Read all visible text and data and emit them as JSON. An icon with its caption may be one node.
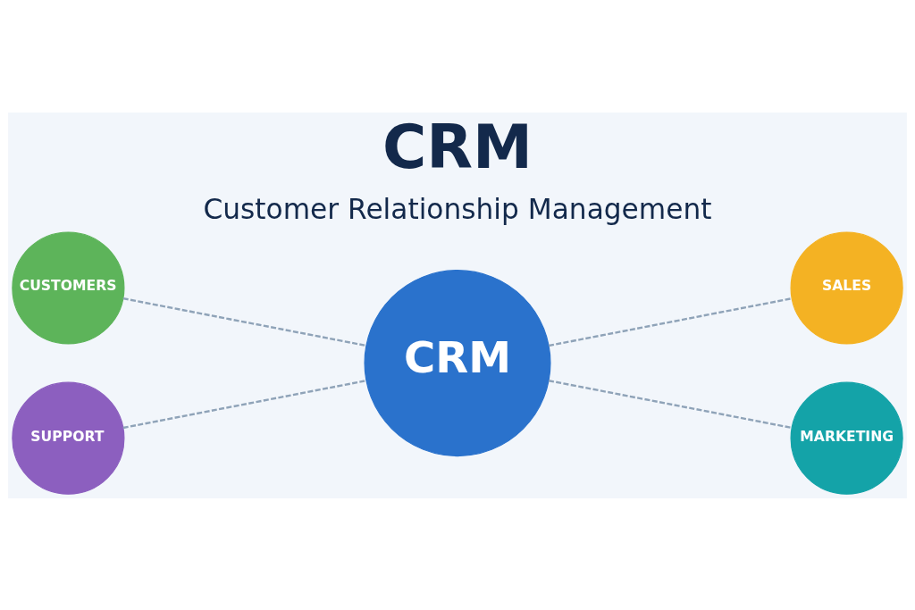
{
  "diagram": {
    "title": "CRM",
    "nodes": [
      {
        "text": [
          "CUSTOMERS"
        ]
      },
      {
        "text": [
          "SALES"
        ]
      },
      {
        "text": [
          "CRM"
        ]
      },
      {
        "text": [
          "SUPPORT"
        ]
      },
      {
        "text": [
          "MARKETING"
        ]
      }
    ],
    "edges": [
      {
        "from": 0,
        "to": 2,
        "arrow": "none",
        "style": "dashed"
      },
      {
        "from": 2,
        "to": 1,
        "arrow": "none",
        "style": "dashed"
      },
      {
        "from": 3,
        "to": 2,
        "arrow": "none",
        "style": "dashed"
      },
      {
        "from": 2,
        "to": 4,
        "arrow": "none",
        "style": "dashed"
      }
    ],
    "labels": [
      "Customer Relationship Management"
    ]
  }
}
